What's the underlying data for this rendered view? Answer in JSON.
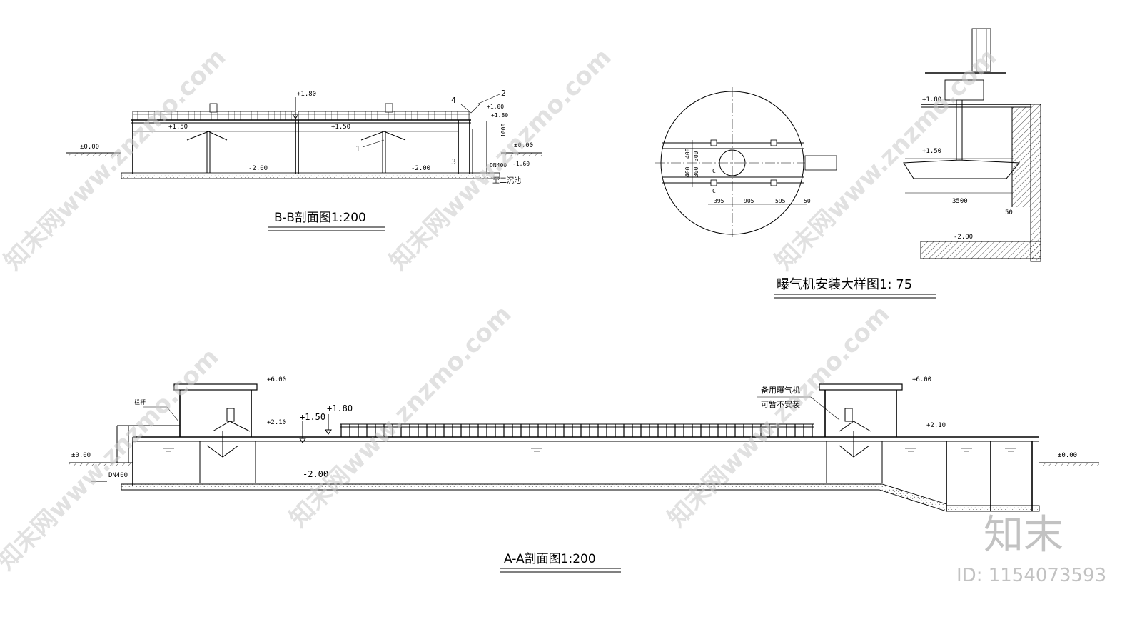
{
  "titles": {
    "section_bb": "B-B剖面图1:200",
    "aerator_detail": "曝气机安装大样图1: 75",
    "section_aa": "A-A剖面图1:200"
  },
  "section_bb": {
    "elev_top": "+1.80",
    "elev_water_left": "+1.50",
    "elev_water_mid": "+1.50",
    "elev_ground_left": "±0.00",
    "elev_ground_right": "±0.00",
    "elev_bottom_left": "-2.00",
    "elev_bottom_right": "-2.00",
    "elev_right_1": "+1.00",
    "elev_right_2": "+1.80",
    "elev_right_3": "-1.60",
    "dim_vertical": "1000",
    "pipe": "DN400",
    "note_to": "至二沉池",
    "callout_1": "1",
    "callout_2": "2",
    "callout_3": "3",
    "callout_4": "4"
  },
  "aerator_plan": {
    "dim_395": "395",
    "dim_905": "905",
    "dim_595": "595",
    "dim_50": "50",
    "dim_400a": "400",
    "dim_300a": "300",
    "dim_400b": "400",
    "dim_300b": "300",
    "mark_c1": "C",
    "mark_c2": "C"
  },
  "aerator_section": {
    "elev_top": "+1.80",
    "elev_water": "+1.50",
    "elev_bottom": "-2.00",
    "dim_width": "3500",
    "dim_side": "50"
  },
  "section_aa": {
    "elev_roof_left": "+6.00",
    "elev_roof_right": "+6.00",
    "elev_deck_left": "+2.10",
    "elev_deck_right": "+2.10",
    "elev_water": "+1.50",
    "elev_top": "+1.80",
    "elev_bottom": "-2.00",
    "elev_ground_left": "±0.00",
    "elev_ground_right": "±0.00",
    "pipe": "DN400",
    "label_railing": "栏杆",
    "note_spare_1": "备用曝气机",
    "note_spare_2": "可暂不安装"
  },
  "watermark": {
    "text": "知末网www.znzmo.com",
    "logo": "知末",
    "id": "ID: 1154073593"
  }
}
